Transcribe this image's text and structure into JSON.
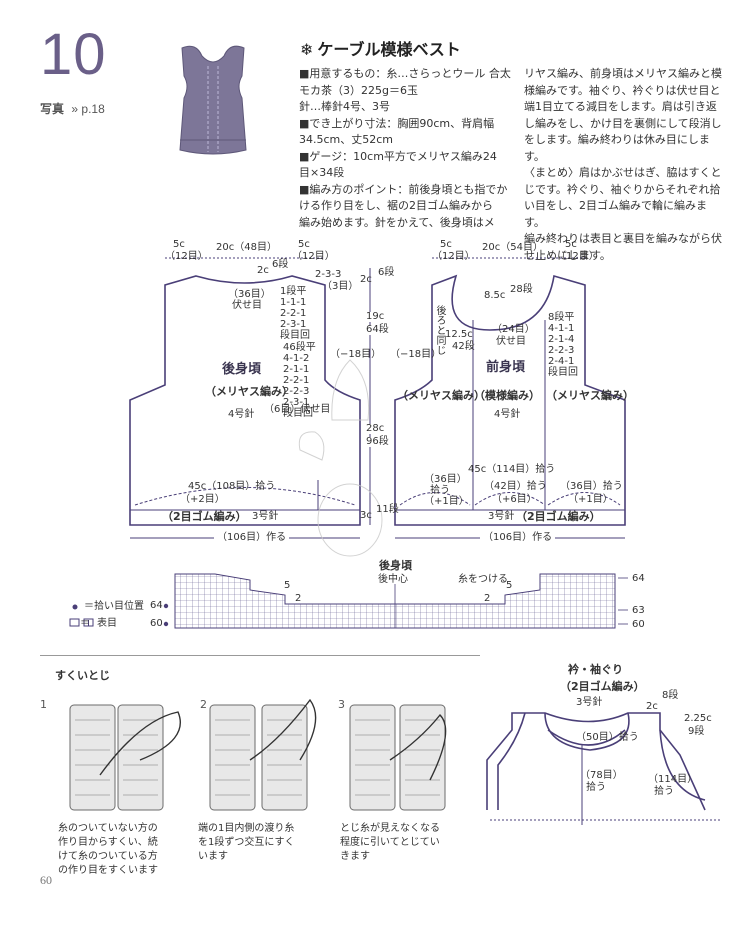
{
  "header": {
    "pattern_number": "10",
    "photo_label": "写真",
    "photo_page": "p.18",
    "title": "ケーブル模様ベスト"
  },
  "instructions": {
    "col1": "■用意するもの：糸…さらっとウール 合太\nモカ茶（3）225g＝6玉\n針…棒針4号、3号\n■でき上がり寸法：胸囲90cm、背肩幅\n34.5cm、丈52cm\n■ゲージ：10cm平方でメリヤス編み24\n目×34段\n■編み方のポイント：前後身頃とも指でか\nける作り目をし、裾の2目ゴム編みから\n編み始めます。針をかえて、後身頃はメ",
    "col2": "リヤス編み、前身頃はメリヤス編みと模\n様編みです。袖ぐり、衿ぐりは伏せ目と\n端1目立てる減目をします。肩は引き返\nし編みをし、かけ目を裏側にして段消し\nをします。編み終わりは休み目にします。\n〈まとめ〉肩はかぶせはぎ、脇はすくと\nじです。衿ぐり、袖ぐりからそれぞれ拾\nい目をし、2目ゴム編みで輪に編みます。\n編み終わりは表目と裏目を編みながら伏\nせ止めにします。"
  },
  "back_body": {
    "title": "後身頃",
    "stitch": "（メリヤス編み）",
    "needle": "4号針",
    "top_left": "5c",
    "top_left_sub": "（12目）",
    "top_mid": "20c（48目）",
    "top_right": "5c",
    "top_right_sub": "（12目）",
    "neck": "2c",
    "neck_rows": "6段",
    "shoulder": "2-3-3",
    "shoulder_sub": "（3目）",
    "neck_bind": "（36目）",
    "neck_bind_label": "伏せ目",
    "dec1": "1段平\n1-1-1\n2-2-1\n2-3-1\n段目回",
    "dec2": "46段平\n4-1-2\n2-1-1\n2-2-1\n2-2-3\n2-3-1\n段目回",
    "arm_bind": "（6目）伏せ目",
    "arm_side": "（−18目）",
    "pickup": "45c（108目）拾う",
    "pickup_sub": "（+2目）",
    "rib": "（2目ゴム編み）",
    "rib_needle": "3号針",
    "cast_on": "（106目）作る"
  },
  "center_col": {
    "neck_h": "2c",
    "neck_h_rows": "6段",
    "arm_h": "19c",
    "arm_h_rows": "64段",
    "body_h": "28c",
    "body_h_rows": "96段",
    "rib_h": "3c",
    "rib_h_rows": "11段"
  },
  "front_body": {
    "title": "前身頃",
    "stitch_left": "（メリヤス編み）",
    "stitch_mid": "（模様編み）",
    "stitch_right": "（メリヤス編み）",
    "needle": "4号針",
    "top_left": "5c",
    "top_left_sub": "（12目）",
    "top_mid": "20c（54目）",
    "top_right": "5c",
    "top_right_sub": "（12目）",
    "neck_h": "8.5c",
    "neck_rows": "28段",
    "neck_side": "12.5c",
    "neck_side_rows": "42段",
    "back_same": "後ろと同じ",
    "neck_bind": "（24目）",
    "neck_bind_label": "伏せ目",
    "dec": "8段平\n4-1-1\n2-1-4\n2-2-3\n2-4-1\n段目回",
    "arm_side": "（−18目）",
    "pickup": "45c（114目）拾う",
    "p1": "（36目）",
    "p1b": "拾う",
    "p1c": "（+1目）",
    "p2": "（42目）拾う",
    "p2b": "（+6目）",
    "p3": "（36目）拾う",
    "p3b": "（+1目）",
    "rib_needle": "3号針",
    "rib": "（2目ゴム編み）",
    "cast_on": "（106目）作る"
  },
  "chart": {
    "title": "後身頃",
    "center": "後中心",
    "attach": "糸をつける",
    "row64": "64",
    "row63": "63",
    "row60": "60",
    "mark5a": "5",
    "mark5b": "5",
    "mark2a": "2",
    "mark2b": "2",
    "legend1": "＝拾い目位置",
    "legend2": "＝",
    "legend2b": "表目"
  },
  "sukui": {
    "title": "すくいとじ",
    "steps": [
      {
        "num": "1",
        "caption": "糸のついていない方の\n作り目からすくい、続\nけて糸のついている方\nの作り目をすくいます"
      },
      {
        "num": "2",
        "caption": "端の1目内側の渡り糸\nを1段ずつ交互にすく\nいます"
      },
      {
        "num": "3",
        "caption": "とじ糸が見えなくなる\n程度に引いてとじてい\nきます"
      }
    ]
  },
  "collar": {
    "title": "衿・袖ぐり",
    "subtitle": "（2目ゴム編み）",
    "needle": "3号針",
    "h": "2c",
    "h_rows": "8段",
    "w": "2.25c",
    "w_rows": "9段",
    "back_neck": "（50目）拾う",
    "front_neck": "（78目）",
    "front_neck_b": "拾う",
    "arm": "（114目）",
    "arm_b": "拾う"
  },
  "footer": {
    "page": "60"
  },
  "colors": {
    "line": "#4a3f78",
    "text": "#333333",
    "accent": "#6a5f88"
  }
}
